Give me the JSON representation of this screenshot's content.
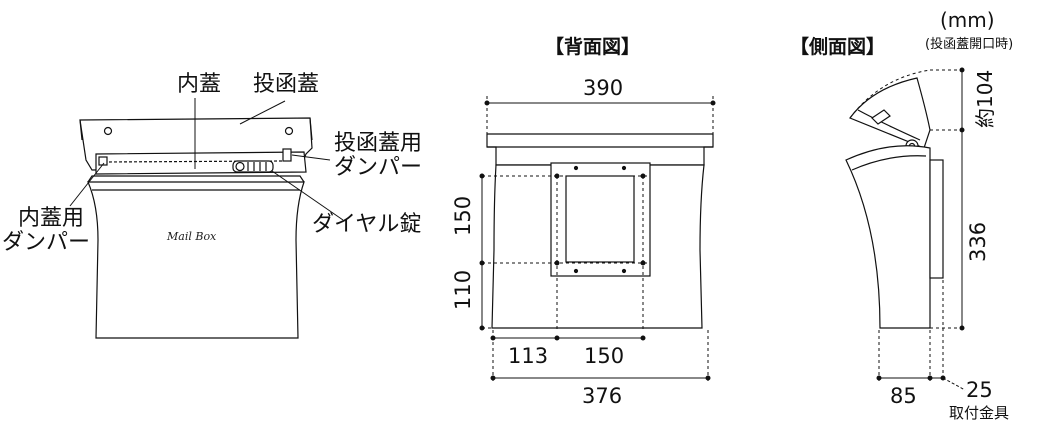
{
  "unit": "(mm)",
  "unit_note": "(投函蓋開口時)",
  "views": {
    "back": {
      "title": "【背面図】"
    },
    "side": {
      "title": "【側面図】"
    }
  },
  "front_labels": {
    "inner_lid": "内蓋",
    "mail_lid": "投函蓋",
    "mail_lid_damper_line1": "投函蓋用",
    "mail_lid_damper_line2": "ダンパー",
    "inner_lid_damper_line1": "内蓋用",
    "inner_lid_damper_line2": "ダンパー",
    "dial_lock": "ダイヤル錠",
    "logo": "Mail Box"
  },
  "back_dims": {
    "top_width": "390",
    "upper_height": "150",
    "lower_height": "110",
    "left_offset": "113",
    "bracket_width": "150",
    "bottom_width": "376"
  },
  "side_dims": {
    "lid_open": "約104",
    "height": "336",
    "depth": "85",
    "bracket": "25",
    "bracket_label": "取付金具"
  }
}
